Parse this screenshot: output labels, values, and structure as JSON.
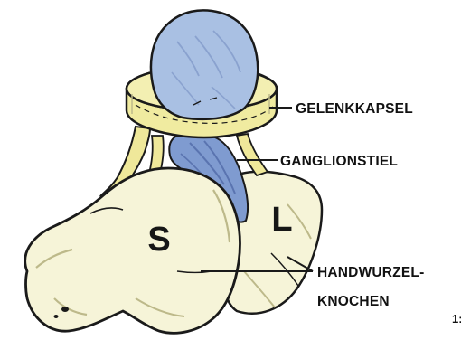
{
  "labels": {
    "joint_capsule": "GELENKKAPSEL",
    "ganglion_stalk": "GANGLIONSTIEL",
    "carpal_bones_line1": "HANDWURZEL-",
    "carpal_bones_line2": "KNOCHEN"
  },
  "bone_letters": {
    "scaphoid": "S",
    "lunate": "L"
  },
  "figure_number": "1:",
  "colors": {
    "ganglion_blue": "#a9c0e3",
    "stalk_blue": "#7f9bd0",
    "capsule_yellow": "#f0eba0",
    "bone_cream": "#f6f4d8",
    "outline": "#1a1a1a"
  }
}
